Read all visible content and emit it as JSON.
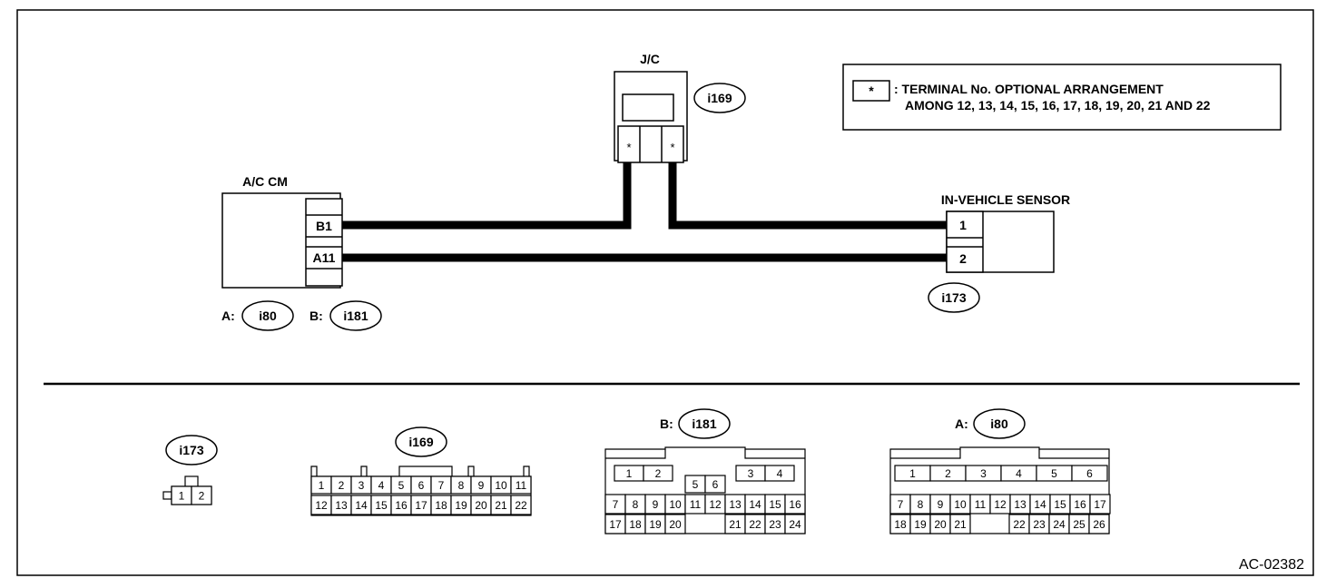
{
  "top": {
    "jc_label": "J/C",
    "jc_connector": "i169",
    "jc_pin_left": "*",
    "jc_pin_right": "*",
    "acm_label": "A/C CM",
    "acm_pin_b1": "B1",
    "acm_pin_a11": "A11",
    "acm_ref_a_prefix": "A:",
    "acm_ref_a": "i80",
    "acm_ref_b_prefix": "B:",
    "acm_ref_b": "i181",
    "sensor_label": "IN-VEHICLE SENSOR",
    "sensor_pin_1": "1",
    "sensor_pin_2": "2",
    "sensor_connector": "i173"
  },
  "legend": {
    "symbol": "*",
    "line1": ": TERMINAL No. OPTIONAL ARRANGEMENT",
    "line2": "AMONG 12, 13, 14, 15, 16, 17, 18, 19, 20, 21 AND 22"
  },
  "connectors": {
    "i173": {
      "name": "i173",
      "pins": [
        "1",
        "2"
      ]
    },
    "i169": {
      "name": "i169",
      "row1": [
        "1",
        "2",
        "3",
        "4",
        "5",
        "6",
        "7",
        "8",
        "9",
        "10",
        "11"
      ],
      "row2": [
        "12",
        "13",
        "14",
        "15",
        "16",
        "17",
        "18",
        "19",
        "20",
        "21",
        "22"
      ]
    },
    "b_i181": {
      "prefix": "B:",
      "name": "i181",
      "top_left": [
        "1",
        "2"
      ],
      "top_mid": [
        "5",
        "6"
      ],
      "top_right": [
        "3",
        "4"
      ],
      "row2": [
        "7",
        "8",
        "9",
        "10",
        "11",
        "12",
        "13",
        "14",
        "15",
        "16"
      ],
      "row3_left": [
        "17",
        "18",
        "19",
        "20"
      ],
      "row3_right": [
        "21",
        "22",
        "23",
        "24"
      ]
    },
    "a_i80": {
      "prefix": "A:",
      "name": "i80",
      "row1": [
        "1",
        "2",
        "3",
        "4",
        "5",
        "6"
      ],
      "row2": [
        "7",
        "8",
        "9",
        "10",
        "11",
        "12",
        "13",
        "14",
        "15",
        "16",
        "17"
      ],
      "row3_left": [
        "18",
        "19",
        "20",
        "21"
      ],
      "row3_right": [
        "22",
        "23",
        "24",
        "25",
        "26"
      ]
    }
  },
  "footer": {
    "code": "AC-02382"
  }
}
